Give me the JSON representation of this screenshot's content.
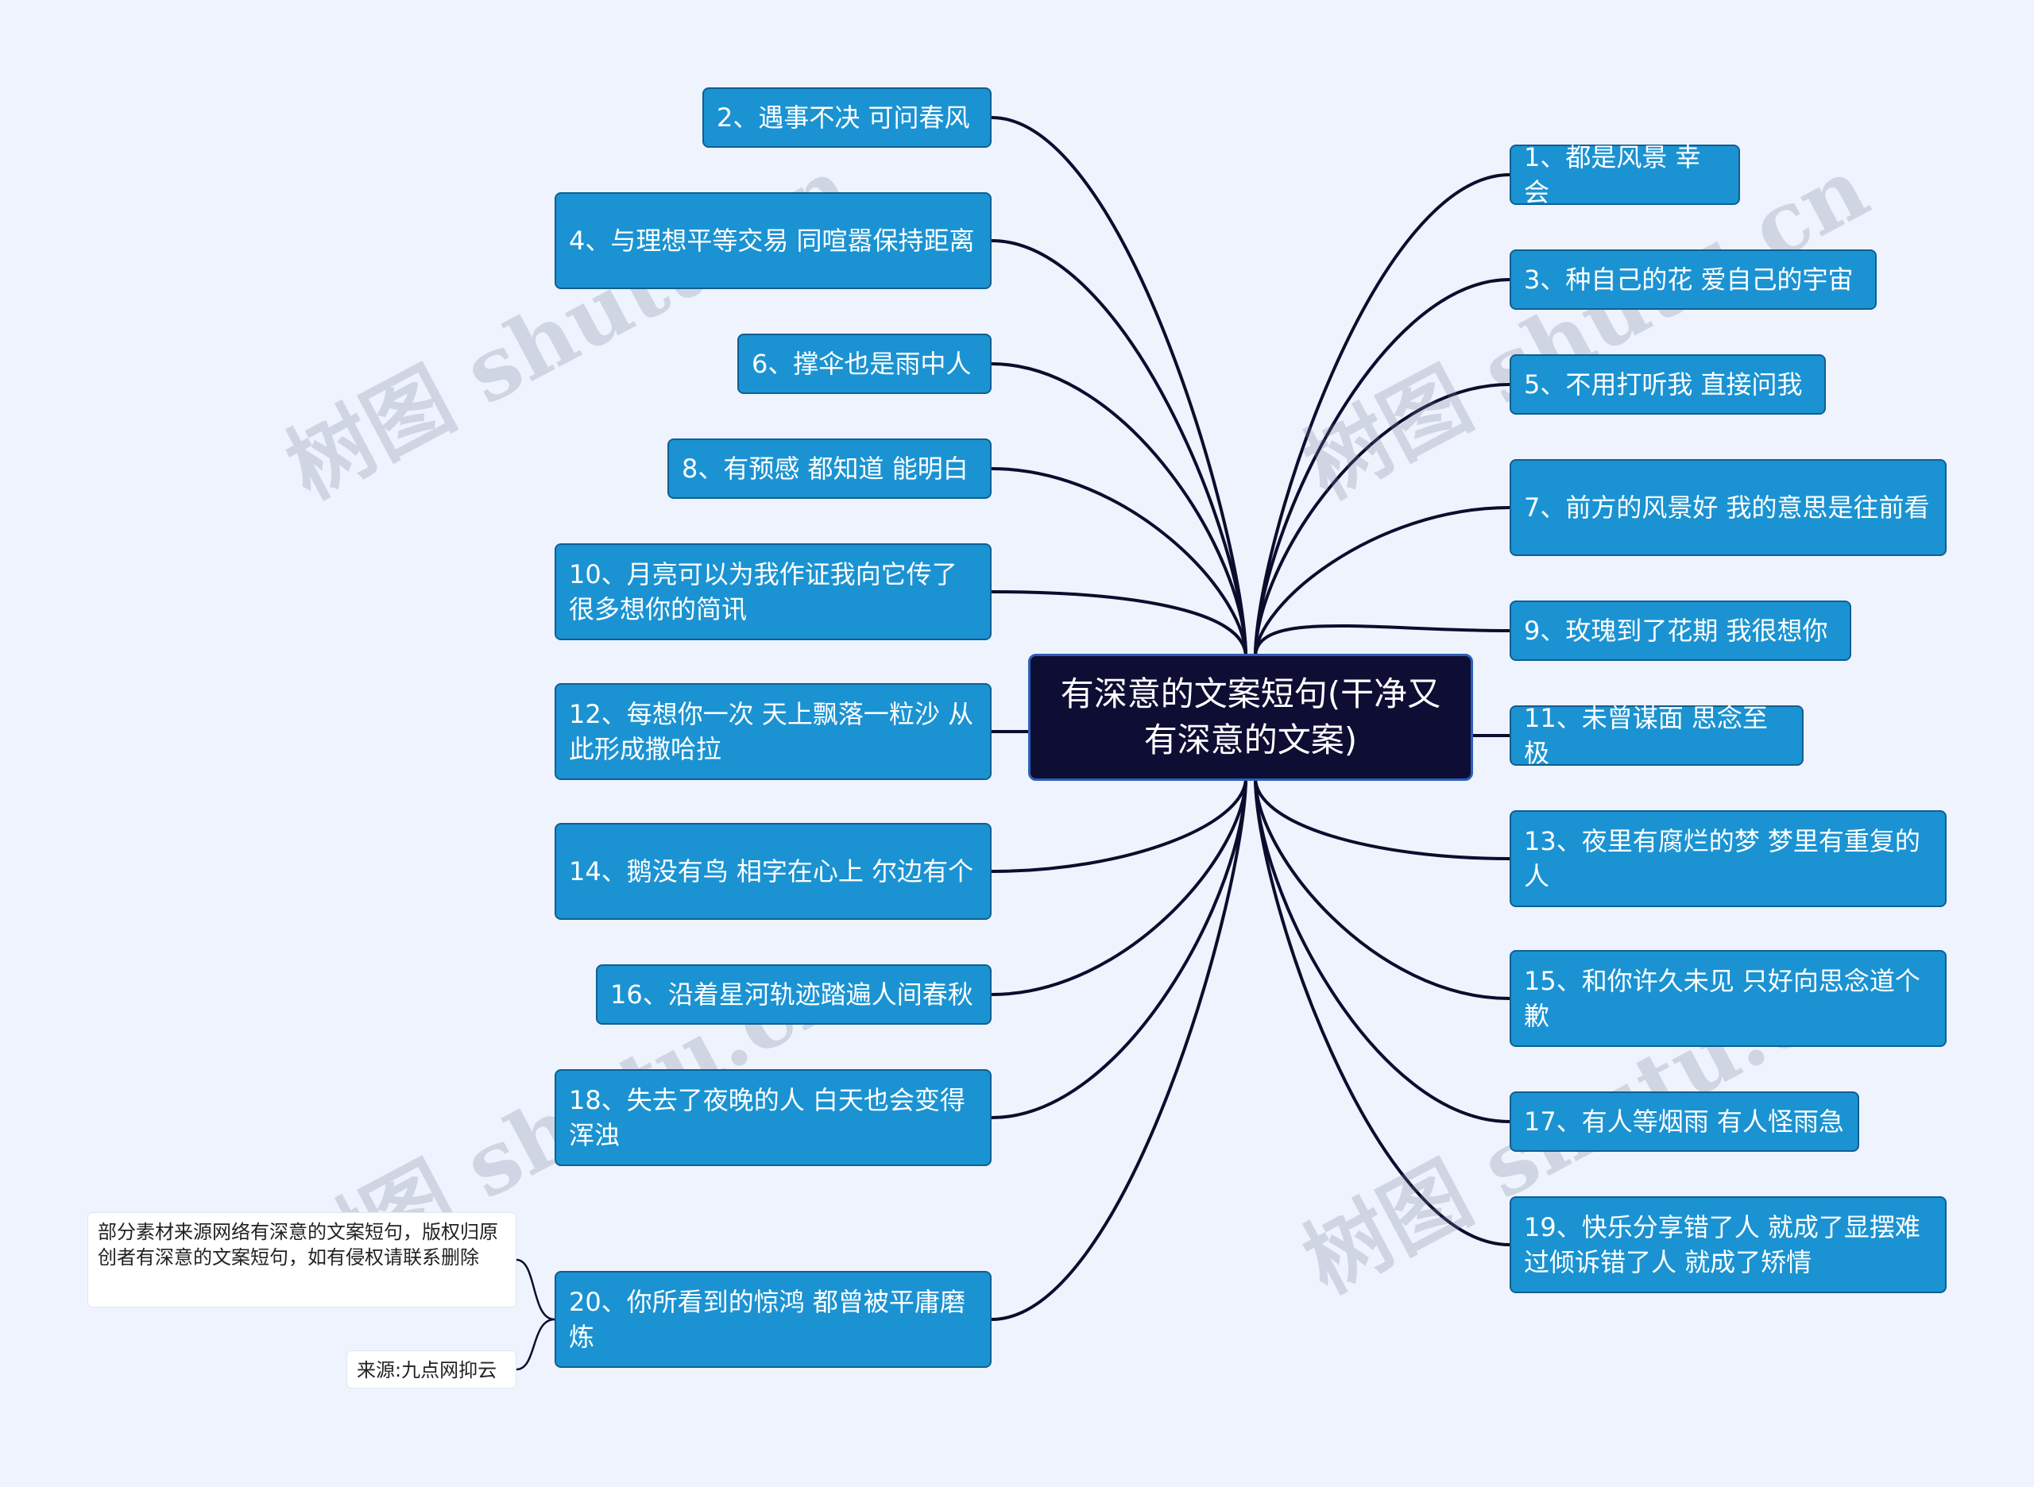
{
  "center": {
    "label": "有深意的文案短句(干净又有深意的文案)"
  },
  "left_nodes": [
    "2、遇事不决 可问春风",
    "4、与理想平等交易 同喧嚣保持距离",
    "6、撑伞也是雨中人",
    "8、有预感 都知道 能明白",
    "10、月亮可以为我作证我向它传了很多想你的简讯",
    "12、每想你一次 天上飘落一粒沙 从此形成撒哈拉",
    "14、鹅没有鸟 相字在心上 尔边有个",
    "16、沿着星河轨迹踏遍人间春秋",
    "18、失去了夜晚的人 白天也会变得浑浊",
    "20、你所看到的惊鸿 都曾被平庸磨炼"
  ],
  "right_nodes": [
    "1、都是风景 幸会",
    "3、种自己的花 爱自己的宇宙",
    "5、不用打听我 直接问我",
    "7、前方的风景好 我的意思是往前看",
    "9、玫瑰到了花期 我很想你",
    "11、未曾谋面 思念至极",
    "13、夜里有腐烂的梦 梦里有重复的人",
    "15、和你许久未见 只好向思念道个歉",
    "17、有人等烟雨 有人怪雨急",
    "19、快乐分享错了人 就成了显摆难过倾诉错了人 就成了矫情"
  ],
  "notes": [
    "部分素材来源网络有深意的文案短句，版权归原创者有深意的文案短句，如有侵权请联系删除",
    "来源:九点网抑云"
  ],
  "watermark": "树图 shutu.cn",
  "colors": {
    "node": "#1b93d2",
    "center": "#0e0d33",
    "line": "#0d0c2e",
    "background": "#eef3fd"
  }
}
